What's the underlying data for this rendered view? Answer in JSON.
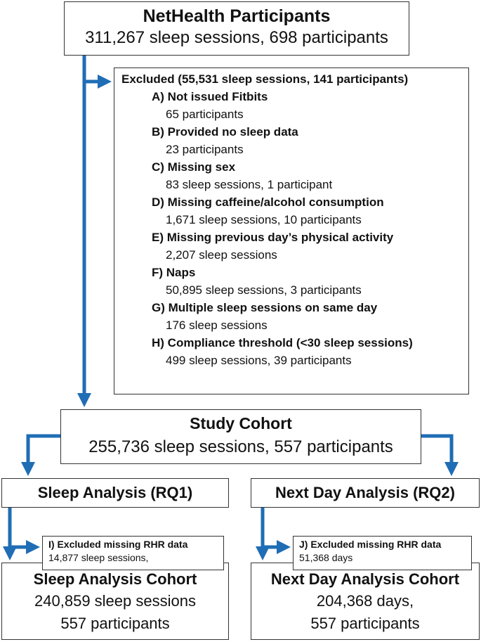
{
  "top": {
    "title": "NetHealth Participants",
    "subtitle": "311,267 sleep sessions, 698 participants"
  },
  "excluded": {
    "header": "Excluded (55,531 sleep sessions, 141 participants)",
    "criteria": [
      {
        "label": "A) Not issued Fitbits",
        "value": "65 participants"
      },
      {
        "label": "B) Provided no sleep data",
        "value": "23 participants"
      },
      {
        "label": "C) Missing sex",
        "value": "83 sleep sessions, 1 participant"
      },
      {
        "label": "D) Missing caffeine/alcohol consumption",
        "value": "1,671 sleep sessions, 10 participants"
      },
      {
        "label": "E) Missing previous day’s physical activity",
        "value": "2,207 sleep sessions"
      },
      {
        "label": "F) Naps",
        "value": "50,895 sleep sessions, 3 participants"
      },
      {
        "label": "G) Multiple sleep sessions on same day",
        "value": "176 sleep sessions"
      },
      {
        "label": "H) Compliance threshold (<30 sleep sessions)",
        "value": "499 sleep sessions, 39 participants"
      }
    ]
  },
  "cohort": {
    "title": "Study Cohort",
    "subtitle": "255,736 sleep sessions, 557 participants"
  },
  "sleep_analysis": {
    "title": "Sleep Analysis (RQ1)"
  },
  "next_analysis": {
    "title": "Next Day Analysis (RQ2)"
  },
  "exclusion_i": {
    "label": "I) Excluded missing RHR data",
    "value": "14,877 sleep sessions,"
  },
  "exclusion_j": {
    "label": "J) Excluded missing RHR data",
    "value": "51,368 days"
  },
  "sleep_cohort": {
    "title": "Sleep Analysis Cohort",
    "line1": "240,859 sleep sessions",
    "line2": "557 participants"
  },
  "next_cohort": {
    "title": "Next Day Analysis Cohort",
    "line1": "204,368 days,",
    "line2": "557 participants"
  },
  "colors": {
    "arrow": "#1f6db5",
    "border": "#333333"
  }
}
